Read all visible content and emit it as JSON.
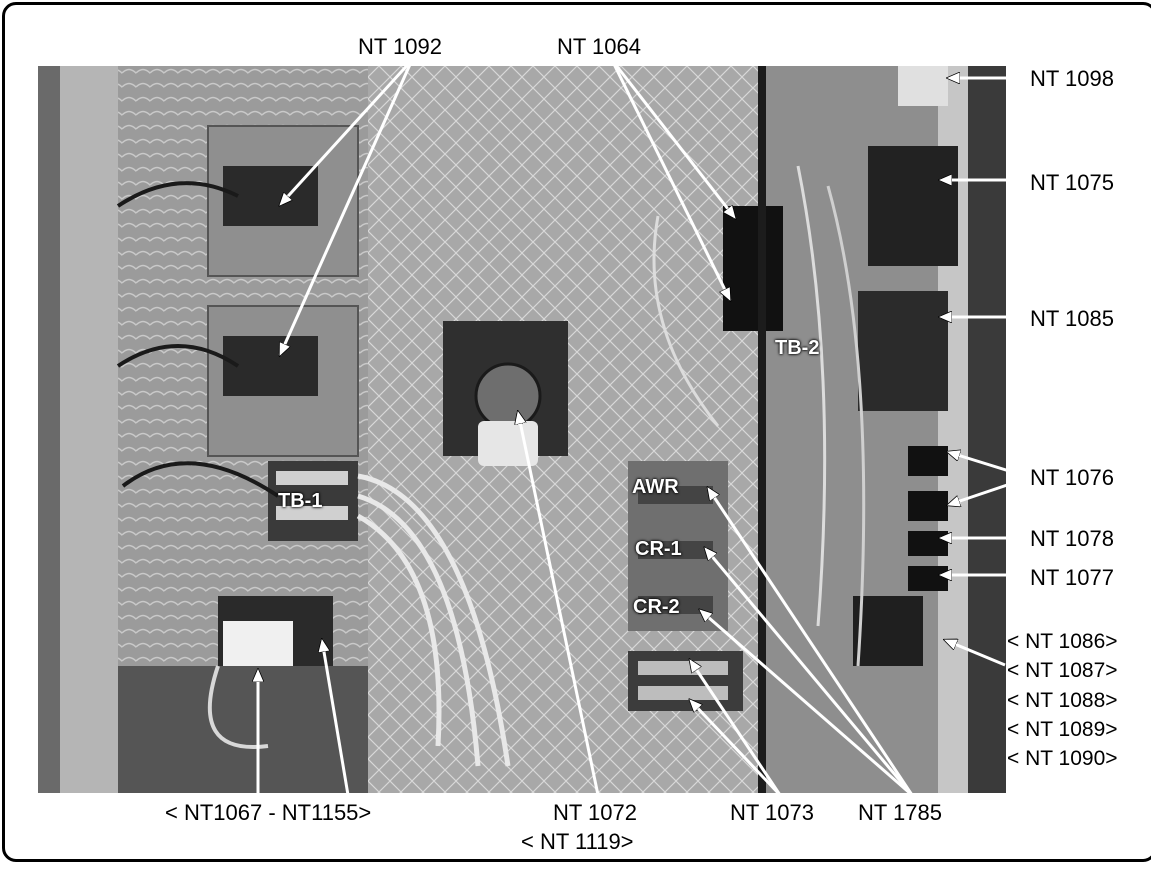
{
  "labels": {
    "nt1092": "NT 1092",
    "nt1064": "NT 1064",
    "nt1098": "NT 1098",
    "nt1075": "NT 1075",
    "nt1085": "NT 1085",
    "nt1076": "NT 1076",
    "nt1078": "NT 1078",
    "nt1077": "NT 1077",
    "nt1086": "< NT 1086>",
    "nt1087": "< NT 1087>",
    "nt1088": "< NT 1088>",
    "nt1089": "< NT 1089>",
    "nt1090": "< NT 1090>",
    "nt1067": "< NT1067 - NT1155>",
    "nt1072": "NT 1072",
    "nt1119": "< NT 1119>",
    "nt1073": "NT 1073",
    "nt1785": "NT 1785"
  },
  "photo_labels": {
    "tb1": "TB-1",
    "tb2": "TB-2",
    "awr": "AWR",
    "cr1": "CR-1",
    "cr2": "CR-2"
  }
}
